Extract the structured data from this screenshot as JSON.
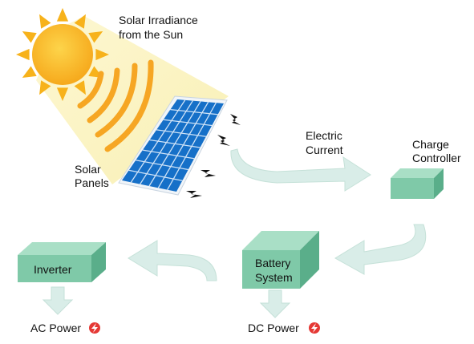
{
  "labels": {
    "sun_line1": "Solar Irradiance",
    "sun_line2": "from the Sun",
    "panels_line1": "Solar",
    "panels_line2": "Panels",
    "current_line1": "Electric",
    "current_line2": "Current",
    "controller_line1": "Charge",
    "controller_line2": "Controller",
    "battery_line1": "Battery",
    "battery_line2": "System",
    "inverter": "Inverter",
    "dc_power": "DC Power",
    "ac_power": "AC Power"
  },
  "colors": {
    "sun_outer": "#f7b21b",
    "sun_inner": "#fcc935",
    "ray": "#f6a823",
    "beam": "#fbf5c8",
    "panel": "#1565c0",
    "panel_frame": "#e8eef5",
    "arrow": "#d9ede8",
    "box_front": "#7fc9a8",
    "box_top": "#a9dfc6",
    "box_side": "#5aae8a",
    "power_icon": "#e53935"
  }
}
